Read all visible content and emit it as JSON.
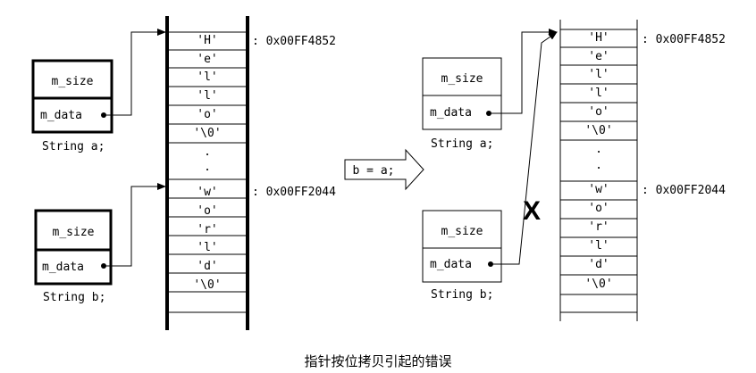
{
  "left": {
    "string_a": {
      "field_size": "m_size",
      "field_data": "m_data",
      "label": "String a;"
    },
    "string_b": {
      "field_size": "m_size",
      "field_data": "m_data",
      "label": "String b;"
    },
    "memory_cells": [
      "'H'",
      "'e'",
      "'l'",
      "'l'",
      "'o'",
      "'\\0'",
      ".",
      ".",
      "'w'",
      "'o'",
      "'r'",
      "'l'",
      "'d'",
      "'\\0'"
    ],
    "address_1": ": 0x00FF4852",
    "address_2": ": 0x00FF2044"
  },
  "operation": {
    "label": "b = a;"
  },
  "right": {
    "string_a": {
      "field_size": "m_size",
      "field_data": "m_data",
      "label": "String a;"
    },
    "string_b": {
      "field_size": "m_size",
      "field_data": "m_data",
      "label": "String b;"
    },
    "memory_cells": [
      "'H'",
      "'e'",
      "'l'",
      "'l'",
      "'o'",
      "'\\0'",
      ".",
      ".",
      "'w'",
      "'o'",
      "'r'",
      "'l'",
      "'d'",
      "'\\0'"
    ],
    "address_1": ": 0x00FF4852",
    "address_2": ": 0x00FF2044",
    "broken_link_mark": "X"
  },
  "caption": "指针按位拷贝引起的错误"
}
